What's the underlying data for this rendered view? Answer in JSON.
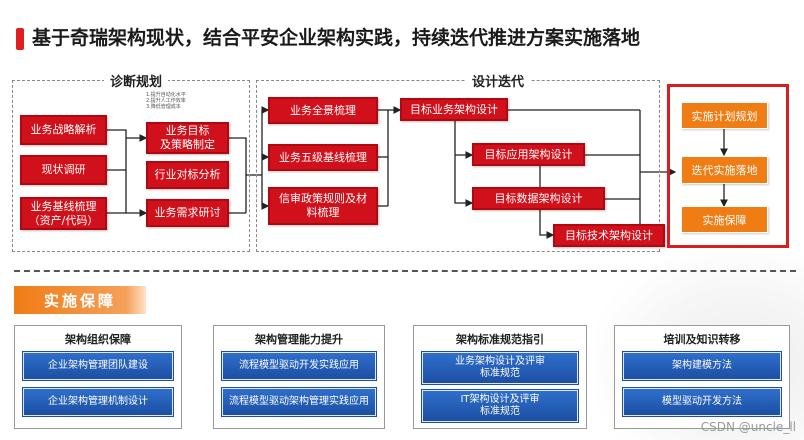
{
  "header": {
    "title": "基于奇瑞架构现状，结合平安企业架构实践，持续迭代推进方案实施落地"
  },
  "diagnosis": {
    "title": "诊断规划",
    "inputs": [
      "业务战略解析",
      "现状调研",
      "业务基线梳理\n（资产/代码）"
    ],
    "outputs": [
      "业务目标\n及策略制定",
      "行业对标分析",
      "业务需求研讨"
    ],
    "notes": [
      "1.提升自动化水平",
      "2.提升人工作效率",
      "3.降低管理成本"
    ]
  },
  "design": {
    "title": "设计迭代",
    "left": [
      "业务全景梳理",
      "业务五级基线梳理",
      "信审政策规则及材\n料梳理"
    ],
    "stairs": [
      "目标业务架构设计",
      "目标应用架构设计",
      "目标数据架构设计",
      "目标技术架构设计"
    ]
  },
  "implementation": {
    "steps": [
      "实施计划规划",
      "迭代实施落地",
      "实施保障"
    ]
  },
  "guarantee": {
    "badge": "实施保障",
    "cards": [
      {
        "title": "架构组织保障",
        "items": [
          "企业架构管理团队建设",
          "企业架构管理机制设计"
        ]
      },
      {
        "title": "架构管理能力提升",
        "items": [
          "流程模型驱动开发实践应用",
          "流程模型驱动架构管理实践应用"
        ]
      },
      {
        "title": "架构标准规范指引",
        "items": [
          "业务架构设计及评审\n标准规范",
          "IT架构设计及评审\n标准规范"
        ]
      },
      {
        "title": "培训及知识转移",
        "items": [
          "架构建模方法",
          "模型驱动开发方法"
        ]
      }
    ]
  },
  "watermark": "CSDN @uncle_ll",
  "colors": {
    "red": "#d0101a",
    "orange": "#f07c14",
    "blue": "#1c4fa3",
    "frame_red": "#d81e1e"
  }
}
